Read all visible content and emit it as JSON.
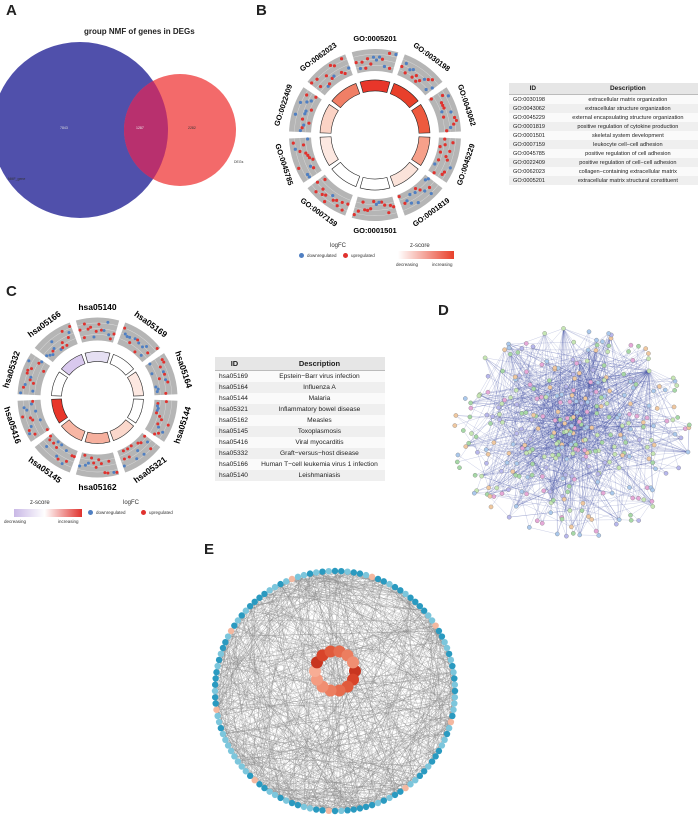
{
  "colors": {
    "down": "#4f7fc2",
    "up": "#e0322e",
    "venn_left": "#3f3fa0",
    "venn_right": "#f25a5a",
    "venn_overlap": "#c02a6a",
    "ring_bg": "#bdbdbd"
  },
  "panels": {
    "a": "A",
    "b": "B",
    "c": "C",
    "d": "D",
    "e": "E"
  },
  "venn": {
    "title": "group NMF of genes in DEGs",
    "left_count": "7843",
    "overlap_count": "1287",
    "right_count": "2282",
    "left_label": "NMF_gene",
    "right_label": "DEGs"
  },
  "go_chord": {
    "terms": [
      "GO:0005201",
      "GO:0030198",
      "GO:0043062",
      "GO:0045229",
      "GO:0001819",
      "GO:0001501",
      "GO:0007159",
      "GO:0045785",
      "GO:0022409",
      "GO:0062023"
    ],
    "legend": {
      "logfc_title": "logFC",
      "down": "downregulated",
      "up": "upregulated",
      "zscore_title": "z-score",
      "decreasing": "decreasing",
      "increasing": "increasing"
    }
  },
  "go_table": {
    "headers": [
      "ID",
      "Description"
    ],
    "rows": [
      [
        "GO:0030198",
        "extracellular matrix organization"
      ],
      [
        "GO:0043062",
        "extracellular structure organization"
      ],
      [
        "GO:0045229",
        "external encapsulating structure organization"
      ],
      [
        "GO:0001819",
        "positive regulation of cytokine production"
      ],
      [
        "GO:0001501",
        "skeletal system development"
      ],
      [
        "GO:0007159",
        "leukocyte cell−cell adhesion"
      ],
      [
        "GO:0045785",
        "positive regulation of cell adhesion"
      ],
      [
        "GO:0022409",
        "positive regulation of cell−cell adhesion"
      ],
      [
        "GO:0062023",
        "collagen−containing extracellular matrix"
      ],
      [
        "GO:0005201",
        "extracellular matrix structural constituent"
      ]
    ]
  },
  "kegg_chord": {
    "terms": [
      "hsa05140",
      "hsa05169",
      "hsa05164",
      "hsa05144",
      "hsa05321",
      "hsa05162",
      "hsa05145",
      "hsa05416",
      "hsa05332",
      "hsa05166"
    ],
    "legend": {
      "zscore_title": "z-score",
      "decreasing": "decreasing",
      "increasing": "increasing",
      "logfc_title": "logFC",
      "down": "downregulated",
      "up": "upregulated"
    }
  },
  "kegg_table": {
    "headers": [
      "ID",
      "Description"
    ],
    "rows": [
      [
        "hsa05169",
        "Epstein−Barr virus infection"
      ],
      [
        "hsa05164",
        "Influenza A"
      ],
      [
        "hsa05144",
        "Malaria"
      ],
      [
        "hsa05321",
        "Inflammatory bowel disease"
      ],
      [
        "hsa05162",
        "Measles"
      ],
      [
        "hsa05145",
        "Toxoplasmosis"
      ],
      [
        "hsa05416",
        "Viral myocarditis"
      ],
      [
        "hsa05332",
        "Graft−versus−host disease"
      ],
      [
        "hsa05166",
        "Human T−cell leukemia virus 1 infection"
      ],
      [
        "hsa05140",
        "Leishmaniasis"
      ]
    ]
  }
}
